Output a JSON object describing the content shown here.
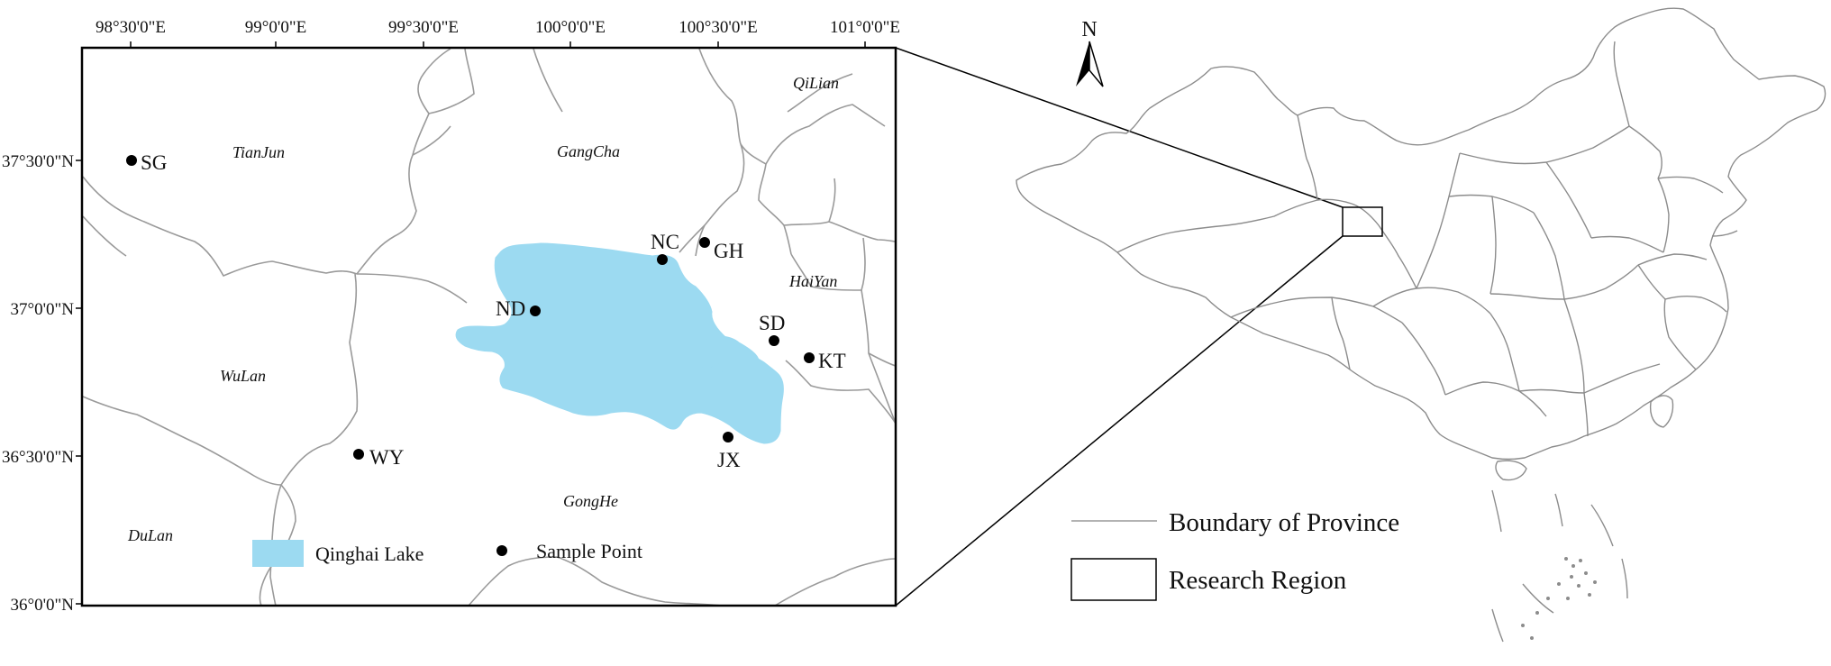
{
  "inset_map": {
    "longitude_labels": [
      "98°30'0\"E",
      "99°0'0\"E",
      "99°30'0\"E",
      "100°0'0\"E",
      "100°30'0\"E",
      "101°0'0\"E"
    ],
    "latitude_labels": [
      "37°30'0\"N",
      "37°0'0\"N",
      "36°30'0\"N",
      "36°0'0\"N"
    ],
    "counties": [
      {
        "name": "QiLian"
      },
      {
        "name": "TianJun"
      },
      {
        "name": "GangCha"
      },
      {
        "name": "HaiYan"
      },
      {
        "name": "WuLan"
      },
      {
        "name": "GongHe"
      },
      {
        "name": "DuLan"
      }
    ],
    "sample_points": [
      {
        "label": "SG"
      },
      {
        "label": "NC"
      },
      {
        "label": "GH"
      },
      {
        "label": "ND"
      },
      {
        "label": "SD"
      },
      {
        "label": "KT"
      },
      {
        "label": "WY"
      },
      {
        "label": "JX"
      }
    ],
    "legend": {
      "lake_label": "Qinghai Lake",
      "point_label": "Sample Point"
    },
    "colors": {
      "lake": "#9cdaf1",
      "boundary": "#9a9a9a",
      "frame": "#000000"
    }
  },
  "overview_map": {
    "north_label": "N",
    "legend": {
      "boundary_label": "Boundary of Province",
      "region_label": "Research Region"
    },
    "colors": {
      "province_line": "#8c8c8c"
    }
  }
}
